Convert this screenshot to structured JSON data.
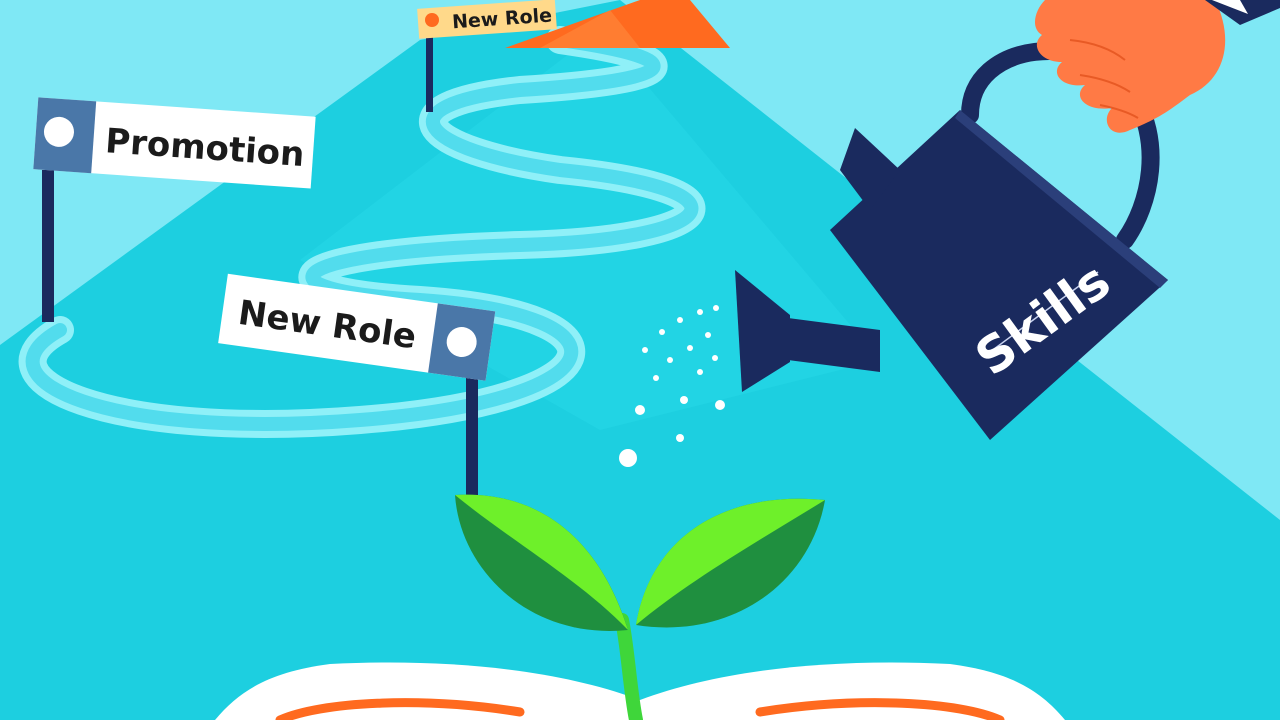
{
  "illustration": {
    "signs": {
      "top": "New Role",
      "left": "Promotion",
      "middle": "New Role"
    },
    "watering_can_label": "Skills",
    "colors": {
      "sky": "#7fe8f5",
      "ground": "#1dcfe0",
      "path": "#5fe0ee",
      "mountain": "#ff6a1f",
      "watering_can": "#1a2a5e",
      "hand": "#ff7a45",
      "leaf_light": "#6ef02a",
      "leaf_dark": "#1f8f3f",
      "sign_board": "#ffffff",
      "sign_marker": "#4a77a8"
    }
  }
}
